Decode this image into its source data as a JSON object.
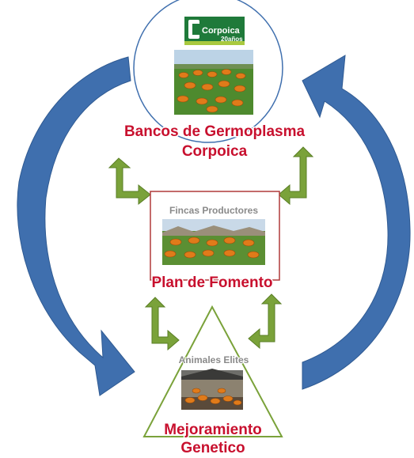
{
  "logo": {
    "name": "Corpoica",
    "tagline": "20años"
  },
  "nodes": {
    "top": {
      "title_line1": "Bancos de Germoplasma",
      "title_line2": "Corpoica"
    },
    "middle": {
      "caption": "Fincas Productores",
      "title": "Plan de Fomento"
    },
    "bottom": {
      "caption": "Animales Elites",
      "title_line1": "Mejoramiento",
      "title_line2": "Genetico"
    }
  },
  "colors": {
    "cycle_arrow": "#3f6fae",
    "connector_arrow": "#7aa23a",
    "accent_red": "#c8102e",
    "circle_border": "#3f6fae",
    "box_border": "#b03a3a",
    "triangle_border": "#7aa23a",
    "logo_green": "#1f7a3a"
  },
  "icons": [
    "corpoica-logo-icon",
    "pasture-cattle-photo",
    "barn-cattle-photo"
  ]
}
